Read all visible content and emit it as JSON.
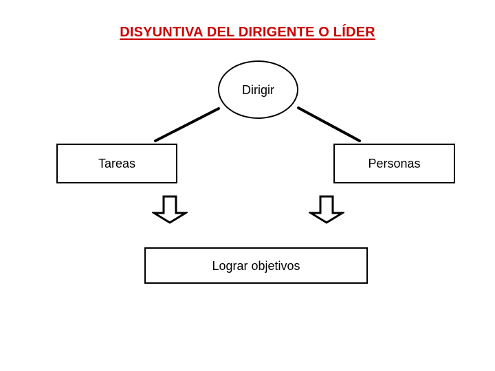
{
  "slide": {
    "title": "DISYUNTIVA DEL DIRIGENTE O LÍDER",
    "title_color": "#cc0000",
    "background_color": "#ffffff",
    "outline_color": "#000000",
    "text_color": "#000000"
  },
  "diagram": {
    "type": "flow-diagram",
    "root": {
      "id": "dirigir",
      "shape": "ellipse",
      "label": "Dirigir"
    },
    "branches": [
      {
        "id": "tareas",
        "shape": "rectangle",
        "label": "Tareas",
        "side": "left",
        "arrow_icon": "down-block-arrow-icon"
      },
      {
        "id": "personas",
        "shape": "rectangle",
        "label": "Personas",
        "side": "right",
        "arrow_icon": "down-block-arrow-icon"
      }
    ],
    "outcome": {
      "id": "lograr-objetivos",
      "shape": "rectangle",
      "label": "Lograr objetivos"
    },
    "connectors": [
      {
        "from": "dirigir",
        "to": "tareas",
        "style": "diagonal-line"
      },
      {
        "from": "dirigir",
        "to": "personas",
        "style": "diagonal-line"
      },
      {
        "from": "tareas",
        "to": "lograr-objetivos",
        "style": "block-arrow-down"
      },
      {
        "from": "personas",
        "to": "lograr-objetivos",
        "style": "block-arrow-down"
      }
    ]
  }
}
